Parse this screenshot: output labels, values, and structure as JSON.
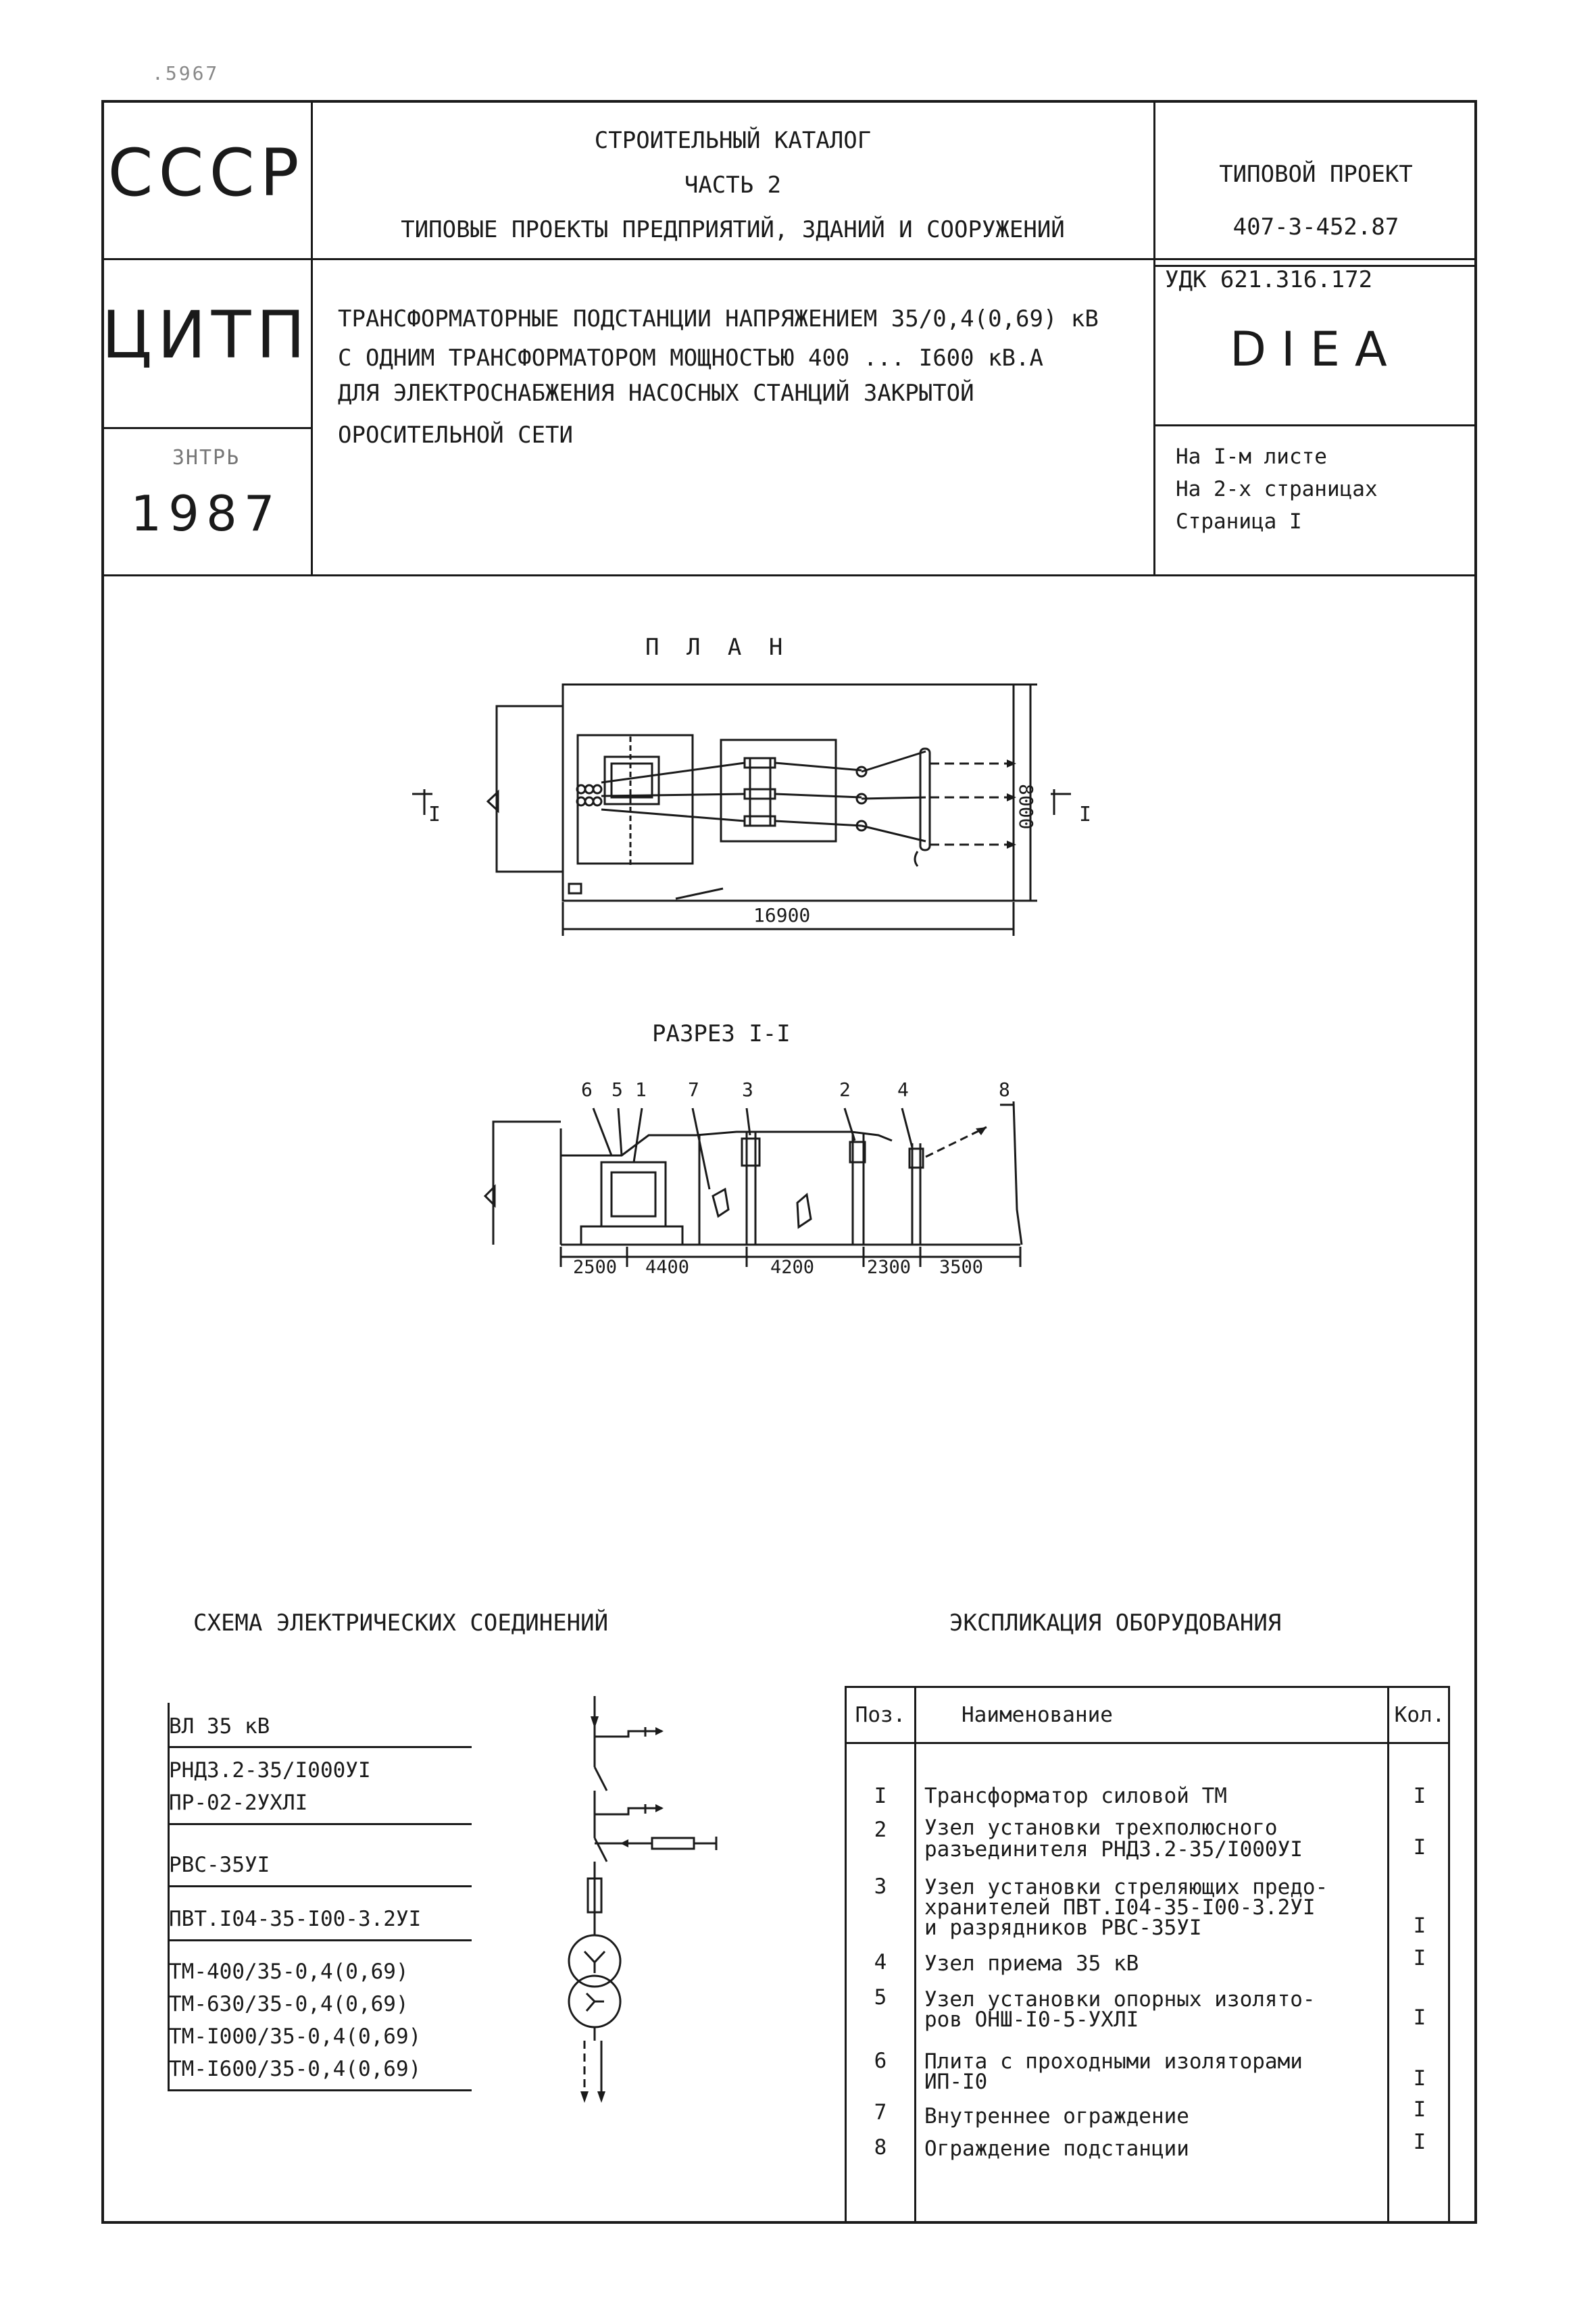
{
  "corner_mark": ".5967",
  "header": {
    "country": "СССР",
    "org": "ЦИТП",
    "month": "ЗНТРЬ",
    "year": "1987",
    "catalog_title": "СТРОИТЕЛЬНЫЙ КАТАЛОГ",
    "catalog_part": "ЧАСТЬ 2",
    "catalog_subtitle": "ТИПОВЫЕ ПРОЕКТЫ ПРЕДПРИЯТИЙ, ЗДАНИЙ И СООРУЖЕНИЙ",
    "project_label": "ТИПОВОЙ ПРОЕКТ",
    "project_number": "407-3-452.87",
    "udk": "УДК 621.316.172",
    "code": "DIEA",
    "description_lines": [
      "ТРАНСФОРМАТОРНЫЕ ПОДСТАНЦИИ НАПРЯЖЕНИЕМ 35/0,4(0,69) кВ",
      "С ОДНИМ ТРАНСФОРМАТОРОМ МОЩНОСТЬЮ  400 ...  I600 кВ.А",
      "ДЛЯ ЭЛЕКТРОСНАБЖЕНИЯ НАСОСНЫХ СТАНЦИЙ  ЗАКРЫТОЙ",
      "ОРОСИТЕЛЬНОЙ СЕТИ"
    ],
    "sheet_info": [
      "На I-м листе",
      "На 2-х страницах",
      "Страница I"
    ]
  },
  "plan": {
    "title": "П Л А Н",
    "dim_width": "16900",
    "dim_height": "8000",
    "section_mark_left": "I",
    "section_mark_right": "I"
  },
  "section": {
    "title": "РАЗРЕЗ  I-I",
    "callouts": [
      "6",
      "5",
      "1",
      "7",
      "3",
      "2",
      "4",
      "8"
    ],
    "dims": [
      "2500",
      "4400",
      "4200",
      "2300",
      "3500"
    ]
  },
  "schema": {
    "title": "СХЕМА ЭЛЕКТРИЧЕСКИХ СОЕДИНЕНИЙ",
    "labels": [
      "ВЛ 35 кВ",
      "РНДЗ.2-35/I000УI",
      "ПР-02-2УХЛI",
      "РВС-35УI",
      "ПВТ.I04-35-I00-3.2УI",
      "ТМ-400/35-0,4(0,69)",
      "ТМ-630/35-0,4(0,69)",
      "ТМ-I000/35-0,4(0,69)",
      "ТМ-I600/35-0,4(0,69)"
    ]
  },
  "explication": {
    "title": "ЭКСПЛИКАЦИЯ ОБОРУДОВАНИЯ",
    "headers": {
      "pos": "Поз.",
      "name": "Наименование",
      "qty": "Кол."
    },
    "rows": [
      {
        "pos": "I",
        "name": [
          "Трансформатор силовой ТМ"
        ],
        "qty": "I"
      },
      {
        "pos": "2",
        "name": [
          "Узел установки трехполюсного",
          "разъединителя РНДЗ.2-35/I000УI"
        ],
        "qty": "I"
      },
      {
        "pos": "3",
        "name": [
          "Узел установки стреляющих предо-",
          "хранителей ПВТ.I04-35-I00-3.2УI",
          "и разрядников РВС-35УI"
        ],
        "qty": "I"
      },
      {
        "pos": "4",
        "name": [
          "Узел приема 35 кВ"
        ],
        "qty": "I"
      },
      {
        "pos": "5",
        "name": [
          "Узел установки опорных изолято-",
          "ров ОНШ-I0-5-УХЛI"
        ],
        "qty": "I"
      },
      {
        "pos": "6",
        "name": [
          "Плита с проходными изоляторами",
          "ИП-I0"
        ],
        "qty": "I"
      },
      {
        "pos": "7",
        "name": [
          "Внутреннее ограждение"
        ],
        "qty": "I"
      },
      {
        "pos": "8",
        "name": [
          "Ограждение подстанции"
        ],
        "qty": "I"
      }
    ]
  }
}
